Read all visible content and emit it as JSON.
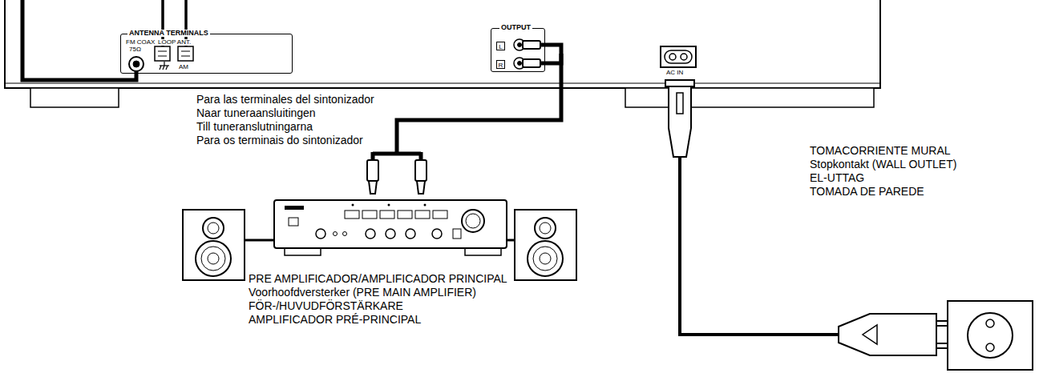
{
  "diagram": {
    "nodes": [
      {
        "text": [
          "ANTENNA TERMINALS",
          "FM COAX",
          "75Ω",
          "LOOP ANT.",
          "AM"
        ]
      },
      {
        "text": [
          "OUTPUT",
          "L",
          "R"
        ]
      }
    ],
    "labels": [
      "Para las terminales del sintonizador",
      "Naar tuneraansluitingen",
      "Till tuneranslutningarna",
      "Para os terminais do sintonizador",
      "PRE AMPLIFICADOR/AMPLIFICADOR PRINCIPAL",
      "Voorhoofdversterker (PRE MAIN AMPLIFIER)",
      "FÖR-/HUVUDFÖRSTÄRKARE",
      "AMPLIFICADOR PRÉ-PRINCIPAL",
      "TOMACORRIENTE MURAL",
      "Stopkontakt (WALL OUTLET)",
      "EL-UTTAG",
      "TOMADA DE PAREDE",
      "AC IN"
    ]
  }
}
